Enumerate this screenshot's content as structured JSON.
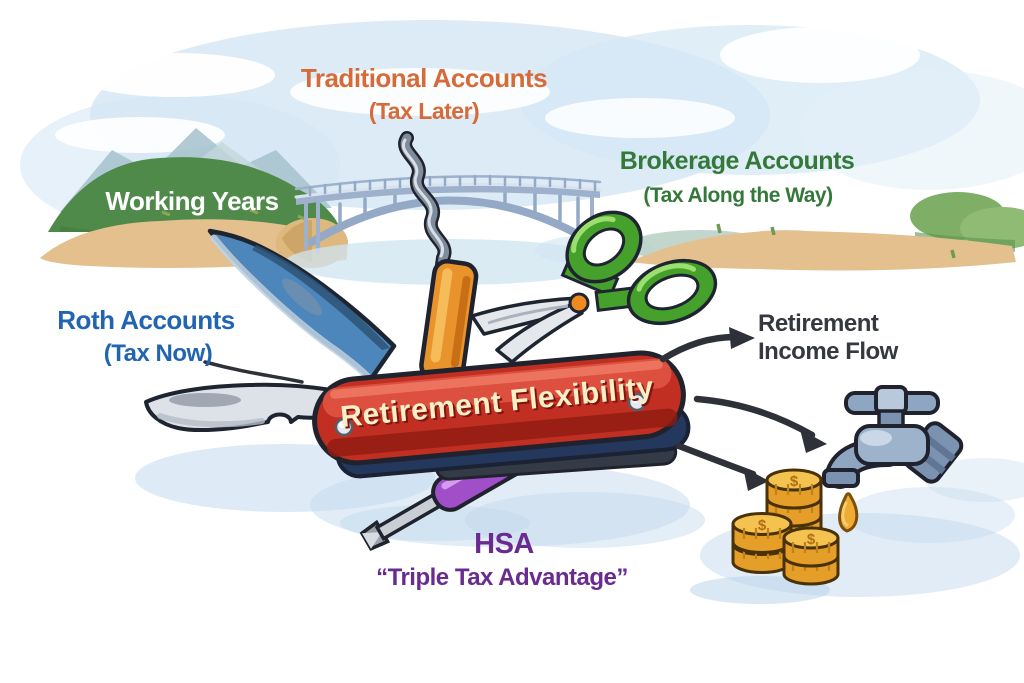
{
  "labels": {
    "working_years": {
      "text": "Working Years",
      "color": "#ffffff"
    },
    "traditional": {
      "line1": "Traditional Accounts",
      "line2": "(Tax Later)",
      "color": "#d66a38"
    },
    "brokerage": {
      "line1": "Brokerage Accounts",
      "line2": "(Tax Along the Way)",
      "color": "#35793a"
    },
    "roth": {
      "line1": "Roth Accounts",
      "line2": "(Tax Now)",
      "color": "#2165b2"
    },
    "hsa": {
      "line1": "HSA",
      "line2": "“Triple Tax Advantage”",
      "color": "#6a2b91"
    },
    "income_flow": {
      "line1": "Retirement",
      "line2": "Income Flow",
      "color": "#35383f"
    },
    "knife_title": {
      "text": "Retirement Flexibility",
      "color": "#f7efc6",
      "shadow_color": "#7e1410"
    }
  },
  "decor": {
    "coin_symbol": "$"
  },
  "colors": {
    "knife_red": "#c12f22",
    "blade_blue": "#4d86ba",
    "scissors_green": "#46a02c",
    "awl_orange": "#e8932c",
    "screwdriver_purple": "#a14fc9",
    "coin_gold": "#e59f28",
    "faucet_steel": "#8fa6c2",
    "arrow_dark": "#2e3138",
    "sky_wash": "#d6e8f5",
    "shadow_blue": "#c3daee"
  },
  "icons": {
    "illustration_elements": [
      "swiss-army-knife",
      "large-blade",
      "small-blade",
      "corkscrew",
      "awl",
      "scissors",
      "screwdriver",
      "faucet",
      "coin-stacks",
      "water-drop",
      "bridge",
      "hills",
      "beach",
      "clouds",
      "flow-arrows"
    ]
  }
}
